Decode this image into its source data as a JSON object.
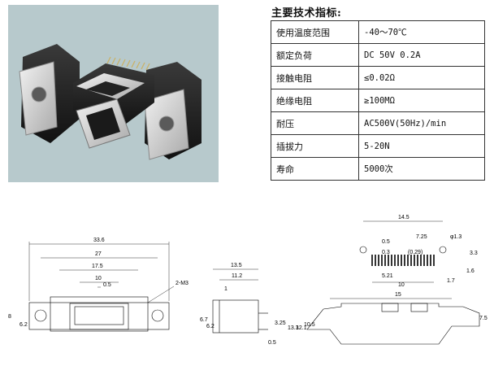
{
  "spec": {
    "title": "主要技术指标:",
    "rows": [
      {
        "label": "使用温度范围",
        "value": "-40～70℃"
      },
      {
        "label": "额定负荷",
        "value": "DC 50V 0.2A"
      },
      {
        "label": "接触电阻",
        "value": "≤0.02Ω"
      },
      {
        "label": "绝缘电阻",
        "value": "≥100MΩ"
      },
      {
        "label": "耐压",
        "value": "AC500V(50Hz)/min"
      },
      {
        "label": "插拔力",
        "value": "5-20N"
      },
      {
        "label": "寿命",
        "value": "5000次"
      }
    ]
  },
  "drawing": {
    "front": {
      "d33_6": "33.6",
      "d27": "27",
      "d17_5": "17.5",
      "d10": "10",
      "d0_5": "0.5",
      "m3": "2-M3",
      "d8": "8",
      "d6_2": "6.2"
    },
    "side": {
      "d13_5": "13.5",
      "d11_2": "11.2",
      "d1": "1",
      "d6_7": "6.7",
      "d6_2": "6.2",
      "d3_25": "3.25",
      "d0_5": "0.5"
    },
    "pcb": {
      "d14_5": "14.5",
      "d0_5": "0.5",
      "d7_25": "7.25",
      "d1_3": "φ1.3",
      "d0_3": "0.3",
      "d0_29": "(0.29)",
      "d5_21": "5.21",
      "d10": "10",
      "d3_3": "3.3",
      "d1_7": "1.7",
      "d1_6": "1.6"
    },
    "bottom": {
      "d15": "15",
      "d13_3": "13.3",
      "d12_1": "12.1",
      "d10_5": "10.5",
      "d7_5": "7.5"
    }
  }
}
